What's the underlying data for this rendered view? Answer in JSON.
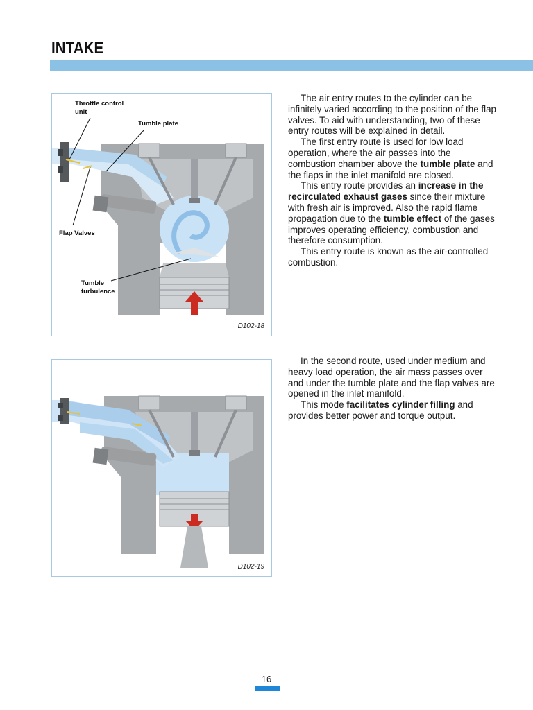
{
  "header": {
    "title": "INTAKE"
  },
  "figure1": {
    "code": "D102-18",
    "labels": {
      "throttle": "Throttle control unit",
      "tumble_plate": "Tumble plate",
      "flap_valves": "Flap Valves",
      "turbulence": "Tumble turbulence"
    }
  },
  "figure2": {
    "code": "D102-19"
  },
  "text1": {
    "p1": "The air entry routes to the cylinder can be infinitely varied according to the position of the flap valves. To aid with understanding, two of these entry routes will be explained in detail.",
    "p2_a": "The first entry route is used for low load operation, where the air passes into the combustion chamber above the ",
    "p2_b": "tumble plate",
    "p2_c": " and the flaps in the inlet manifold are closed.",
    "p3_a": "This entry route provides an ",
    "p3_b": "increase in the recirculated exhaust gases",
    "p3_c": " since their mixture with fresh air is improved. Also the rapid flame propagation due to the ",
    "p3_d": "tumble effect",
    "p3_e": " of the gases improves operating efficiency, combustion and therefore consumption.",
    "p4": "This entry route is known as the air-controlled combustion."
  },
  "text2": {
    "p1": "In the second route, used under medium and heavy load operation, the air mass passes over and under the tumble plate and the flap valves are opened in the inlet manifold.",
    "p2_a": "This mode ",
    "p2_b": "facilitates cylinder filling",
    "p2_c": " and provides better power and torque output."
  },
  "footer": {
    "page_number": "16"
  },
  "colors": {
    "accent_bar": "#8cc1e6",
    "page_bar": "#1f86d8",
    "figure_border": "#a9c9e2"
  }
}
